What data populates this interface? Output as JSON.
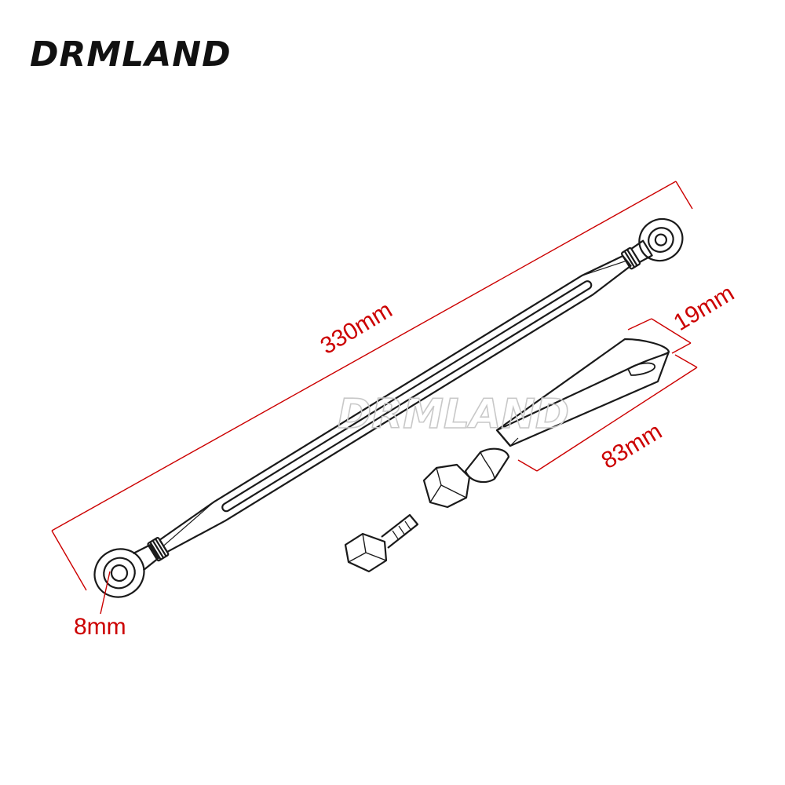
{
  "brand": {
    "logo_text": "DRMLAND"
  },
  "watermark": {
    "text": "DRMLAND"
  },
  "dimensions": {
    "overall_length": "330mm",
    "toe_peg_width": "19mm",
    "toe_peg_length": "83mm",
    "eye_diameter": "8mm"
  },
  "colors": {
    "dimension": "#cc0000",
    "outline": "#1a1a1a",
    "watermark": "#c8c8c8"
  }
}
